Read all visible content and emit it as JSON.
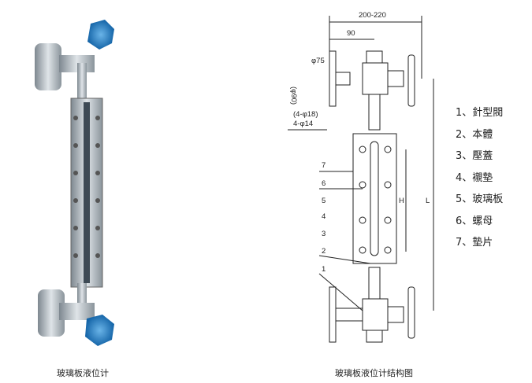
{
  "photo": {
    "caption": "玻璃板液位计"
  },
  "diagram": {
    "caption": "玻璃板液位计结构图",
    "dimensions": {
      "overall_width": "200-220",
      "center_offset": "90",
      "flange_outer": "(φ90)",
      "flange_bolt": "φ75",
      "holes_alt": "(4-φ18)",
      "holes": "4-φ14",
      "height_short": "H",
      "height_long": "L"
    },
    "callouts": [
      "1",
      "2",
      "3",
      "4",
      "5",
      "6",
      "7"
    ]
  },
  "legend": [
    "1、針型閥",
    "2、本體",
    "3、壓蓋",
    "4、襯墊",
    "5、玻璃板",
    "6、螺母",
    "7、墊片"
  ]
}
